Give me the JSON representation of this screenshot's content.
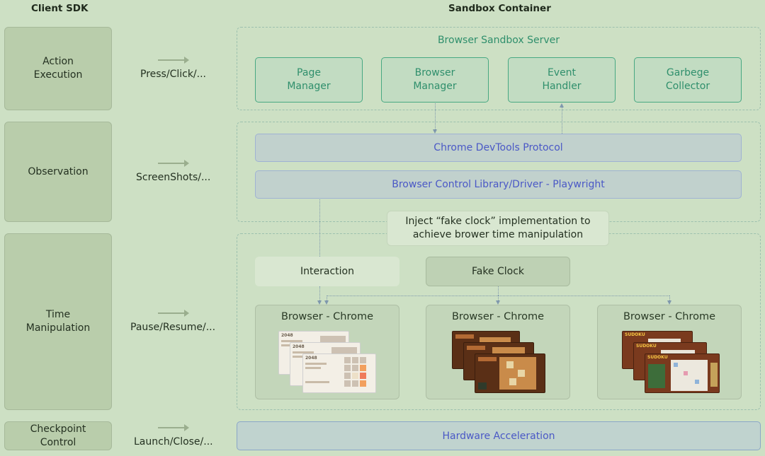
{
  "headers": {
    "client_sdk": "Client SDK",
    "sandbox_container": "Sandbox Container"
  },
  "sdk_rows": [
    {
      "label": "Action\nExecution",
      "arrow_label": "Press/Click/..."
    },
    {
      "label": "Observation",
      "arrow_label": "ScreenShots/..."
    },
    {
      "label": "Time\nManipulation",
      "arrow_label": "Pause/Resume/..."
    },
    {
      "label": "Checkpoint\nControl",
      "arrow_label": "Launch/Close/..."
    }
  ],
  "server": {
    "title": "Browser Sandbox Server",
    "modules": [
      "Page\nManager",
      "Browser\nManager",
      "Event\nHandler",
      "Garbege\nCollector"
    ]
  },
  "protocol_bar": "Chrome DevTools Protocol",
  "driver_bar": "Browser Control Library/Driver - Playwright",
  "note": "Inject “fake clock” implementation to\nachieve brower time manipulation",
  "interaction_box": "Interaction",
  "fake_clock_box": "Fake Clock",
  "browsers": [
    {
      "title": "Browser - Chrome",
      "screens": "2048"
    },
    {
      "title": "Browser - Chrome",
      "screens": "game"
    },
    {
      "title": "Browser - Chrome",
      "screens": "sudoku"
    }
  ],
  "screenshot_text": {
    "game_2048": "2048",
    "sudoku_logo": "SUDOKU"
  },
  "hardware_bar": "Hardware Acceleration",
  "colors": {
    "background": "#cde0c4",
    "teal_accent": "#47a882",
    "blue_text": "#4a58c6"
  }
}
